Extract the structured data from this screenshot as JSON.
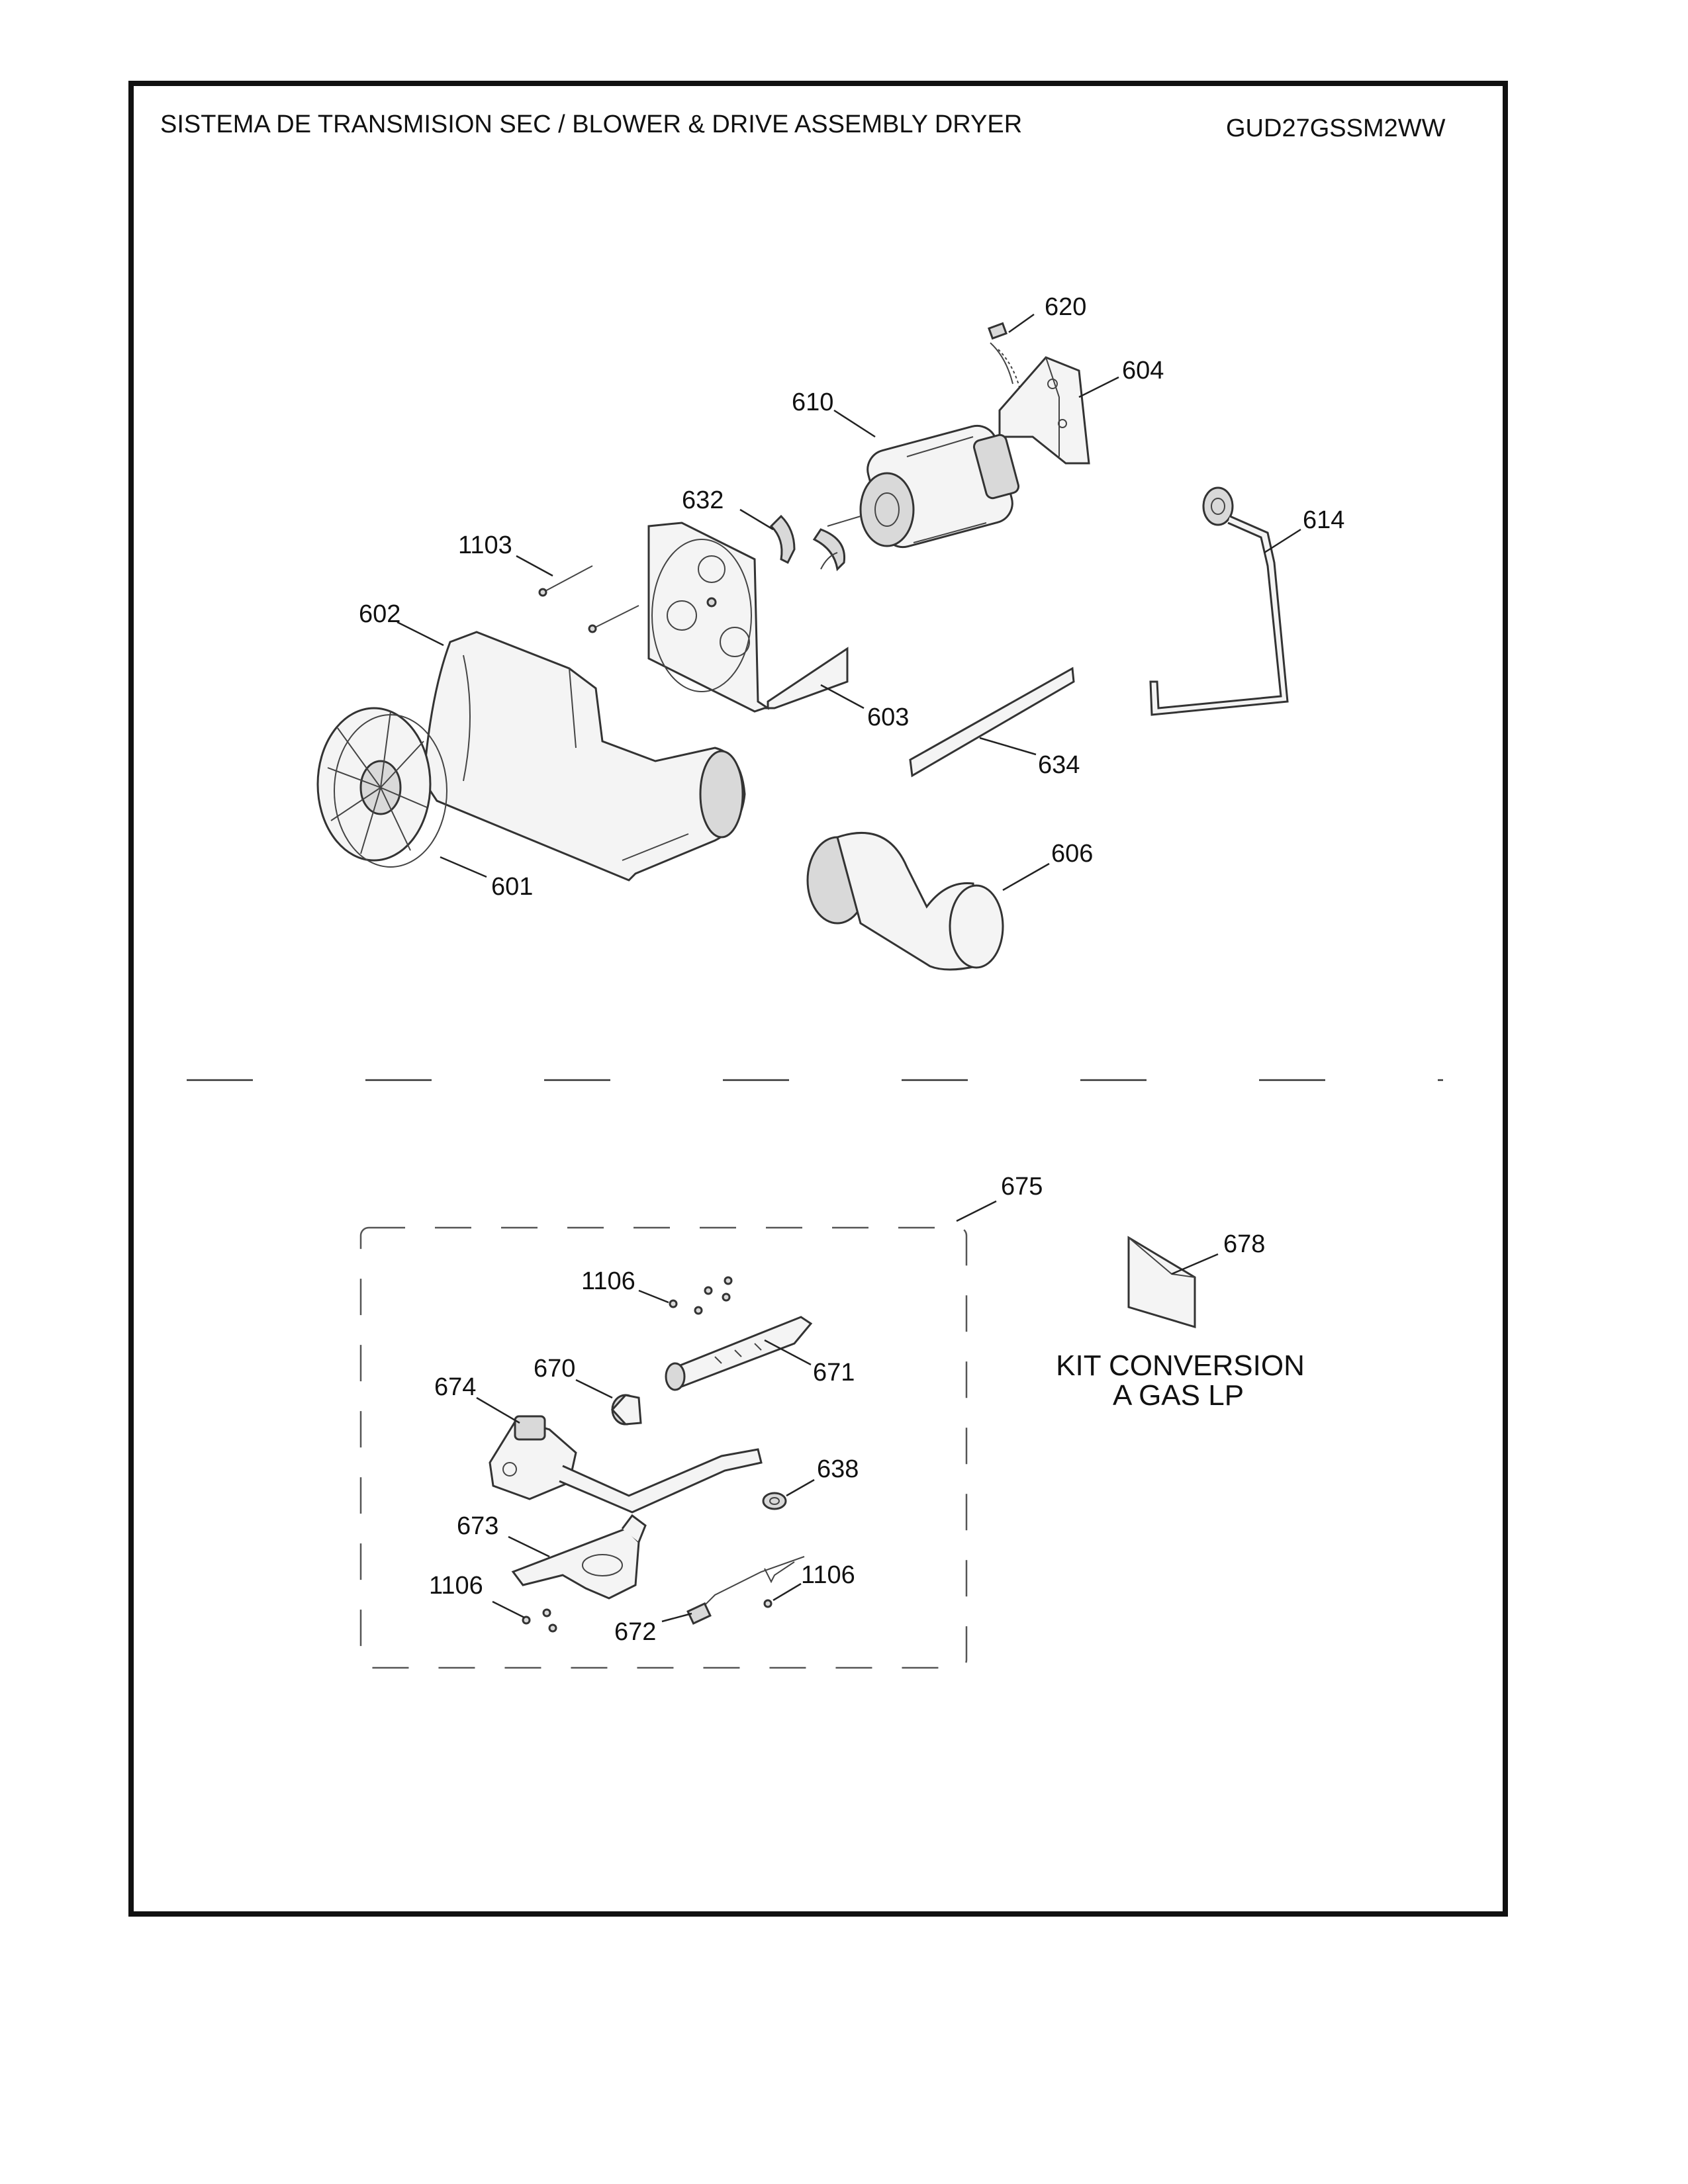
{
  "header": {
    "title": "SISTEMA DE TRANSMISION SEC / BLOWER & DRIVE ASSEMBLY DRYER",
    "model": "GUD27GSSM2WW"
  },
  "callouts": {
    "p620": "620",
    "p604": "604",
    "p610": "610",
    "p614": "614",
    "p632": "632",
    "p1103": "1103",
    "p602": "602",
    "p603": "603",
    "p634": "634",
    "p601": "601",
    "p606": "606",
    "p675": "675",
    "p678": "678",
    "p1106a": "1106",
    "p671": "671",
    "p670": "670",
    "p674": "674",
    "p638": "638",
    "p673": "673",
    "p1106b": "1106",
    "p1106c": "1106",
    "p672": "672"
  },
  "kit": {
    "line1": "KIT CONVERSION",
    "line2": "A GAS LP"
  }
}
